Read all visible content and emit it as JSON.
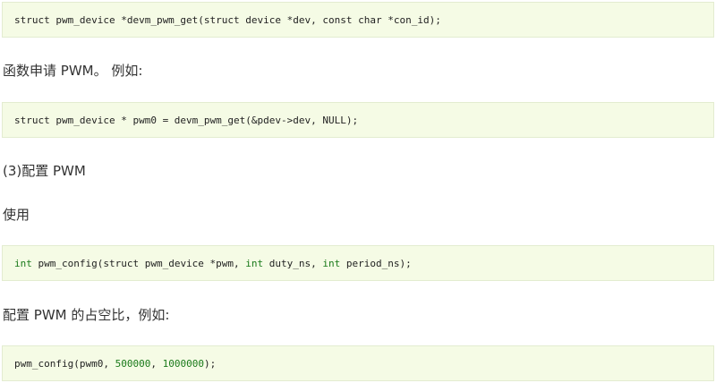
{
  "blocks": {
    "code1": "struct pwm_device *devm_pwm_get(struct device *dev, const char *con_id);",
    "para1": "函数申请 PWM。 例如:",
    "code2": "struct pwm_device * pwm0 = devm_pwm_get(&pdev->dev, NULL);",
    "para2": "(3)配置 PWM",
    "para3": "使用",
    "code3": {
      "kw1": "int",
      "part1": " pwm_config(struct pwm_device *pwm, ",
      "kw2": "int",
      "part2": " duty_ns, ",
      "kw3": "int",
      "part3": " period_ns);"
    },
    "para4": "配置 PWM 的占空比，例如:",
    "code4": {
      "part1": "pwm_config(pwm0, ",
      "num1": "500000",
      "part2": ", ",
      "num2": "1000000",
      "part3": ");"
    }
  },
  "colors": {
    "code_background": "#f5fbe5",
    "code_border": "#e3ecd0",
    "keyword": "#1a7a1a",
    "text": "#333333"
  }
}
